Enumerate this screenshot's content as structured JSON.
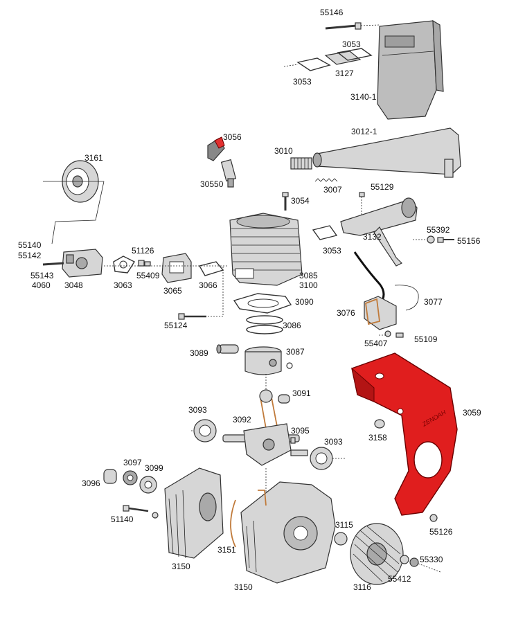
{
  "colors": {
    "background": "#ffffff",
    "part_gray": "#d6d6d6",
    "muffler_housing": "#bdbdbd",
    "gasket_orange": "#c07a3a",
    "guard_red": "#e01e1e",
    "label_text": "#111111"
  },
  "guard_brand_text": "ZENOAH",
  "labels": {
    "p55146": "55146",
    "p3053a": "3053",
    "p3053b": "3053",
    "p3127": "3127",
    "p3140_1": "3140-1",
    "p3056": "3056",
    "p3012_1": "3012-1",
    "p3161": "3161",
    "p3010": "3010",
    "p30550": "30550",
    "p3007": "3007",
    "p55129": "55129",
    "p3054": "3054",
    "p55392": "55392",
    "p55156": "55156",
    "p55140": "55140",
    "p55142": "55142",
    "p3053c": "3053",
    "p3132": "3132",
    "p51126": "51126",
    "p55143": "55143",
    "p4060": "4060",
    "p3048": "3048",
    "p3063": "3063",
    "p55409": "55409",
    "p3065": "3065",
    "p3066": "3066",
    "p3085": "3085",
    "p3100": "3100",
    "p3090": "3090",
    "p3077": "3077",
    "p3076": "3076",
    "p55124": "55124",
    "p3086": "3086",
    "p55407": "55407",
    "p55109": "55109",
    "p3089": "3089",
    "p3087": "3087",
    "p3091": "3091",
    "p3093a": "3093",
    "p3092": "3092",
    "p3095": "3095",
    "p3093b": "3093",
    "p3059": "3059",
    "p3158": "3158",
    "p3097": "3097",
    "p3099": "3099",
    "p3096": "3096",
    "p51140": "51140",
    "p55126": "55126",
    "p3115": "3115",
    "p3151": "3151",
    "p55330": "55330",
    "p3150a": "3150",
    "p55412": "55412",
    "p3116": "3116",
    "p3150b": "3150"
  }
}
